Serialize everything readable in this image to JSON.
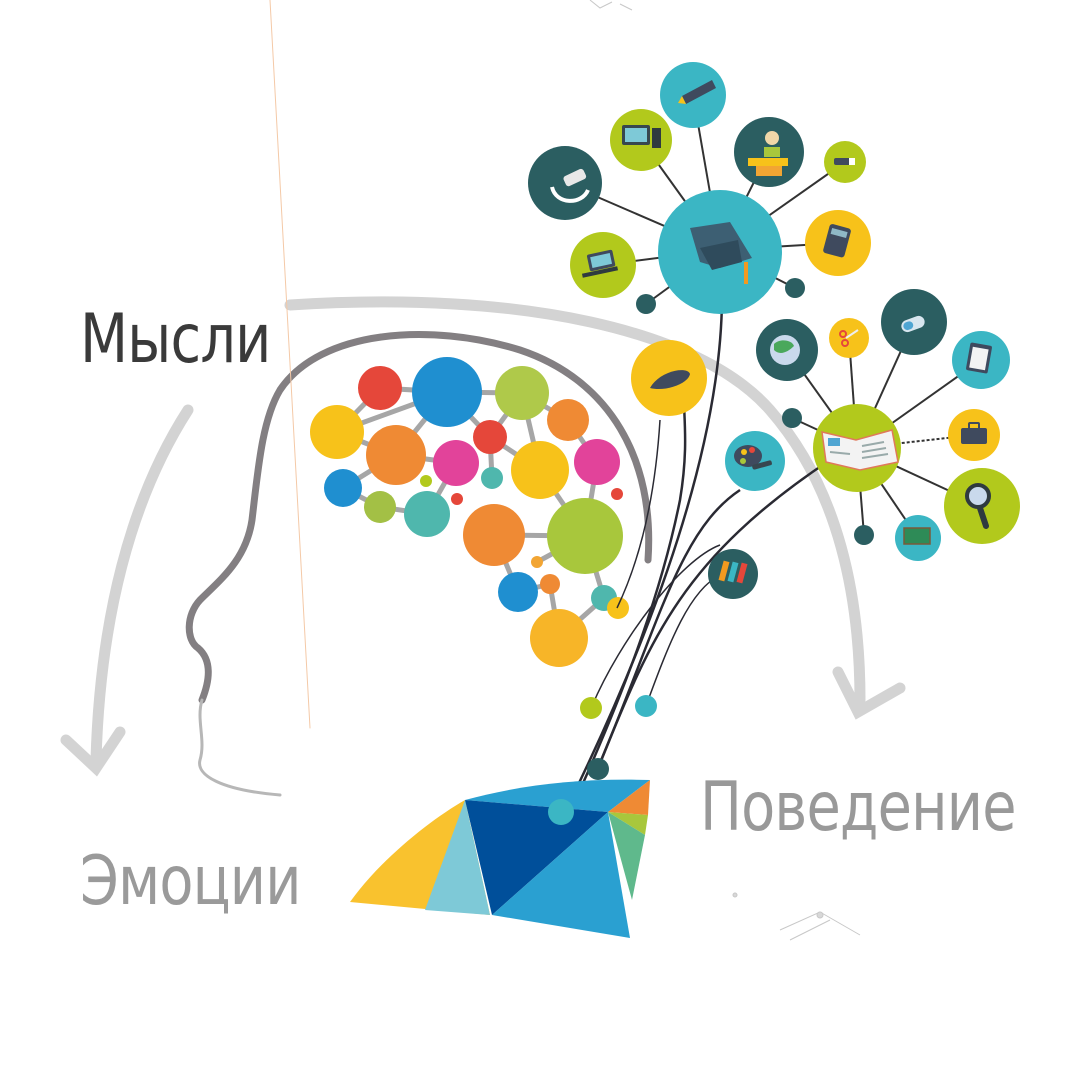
{
  "labels": {
    "thoughts": "Мысли",
    "emotions": "Эмоции",
    "behavior": "Поведение"
  },
  "colors": {
    "thoughts_text": "#3a3a3a",
    "emotions_text": "#9a9a9a",
    "behavior_text": "#999999",
    "arrow_gray": "#d2d2d2",
    "head_outline": "#807b7f",
    "teal": "#3bb6c4",
    "dark_teal": "#2b5e61",
    "lime": "#b2c91c",
    "yellow": "#f7c21a",
    "orange": "#ef8a34",
    "red": "#e5473a",
    "pink": "#e2439a",
    "blue": "#1f8fd0",
    "navy": "#004f9a"
  },
  "diagram": {
    "type": "cognitive-triangle",
    "cycle": [
      "Мысли",
      "Поведение",
      "Эмоции"
    ],
    "icons_primary_hub": [
      "graduation-cap-icon"
    ],
    "icons_primary_satellites": [
      "pencil-icon",
      "computer-monitor-icon",
      "lecturer-icon",
      "usb-drive-icon",
      "calculator-icon",
      "laptop-icon",
      "microscope-icon"
    ],
    "icons_secondary_hub": [
      "open-book-icon"
    ],
    "icons_secondary_satellites": [
      "globe-icon",
      "scissors-icon",
      "test-tube-icon",
      "clipboard-icon",
      "briefcase-icon",
      "magnifier-icon",
      "chalkboard-icon"
    ],
    "icons_standalone": [
      "quill-icon",
      "paint-palette-icon",
      "books-icon"
    ]
  }
}
